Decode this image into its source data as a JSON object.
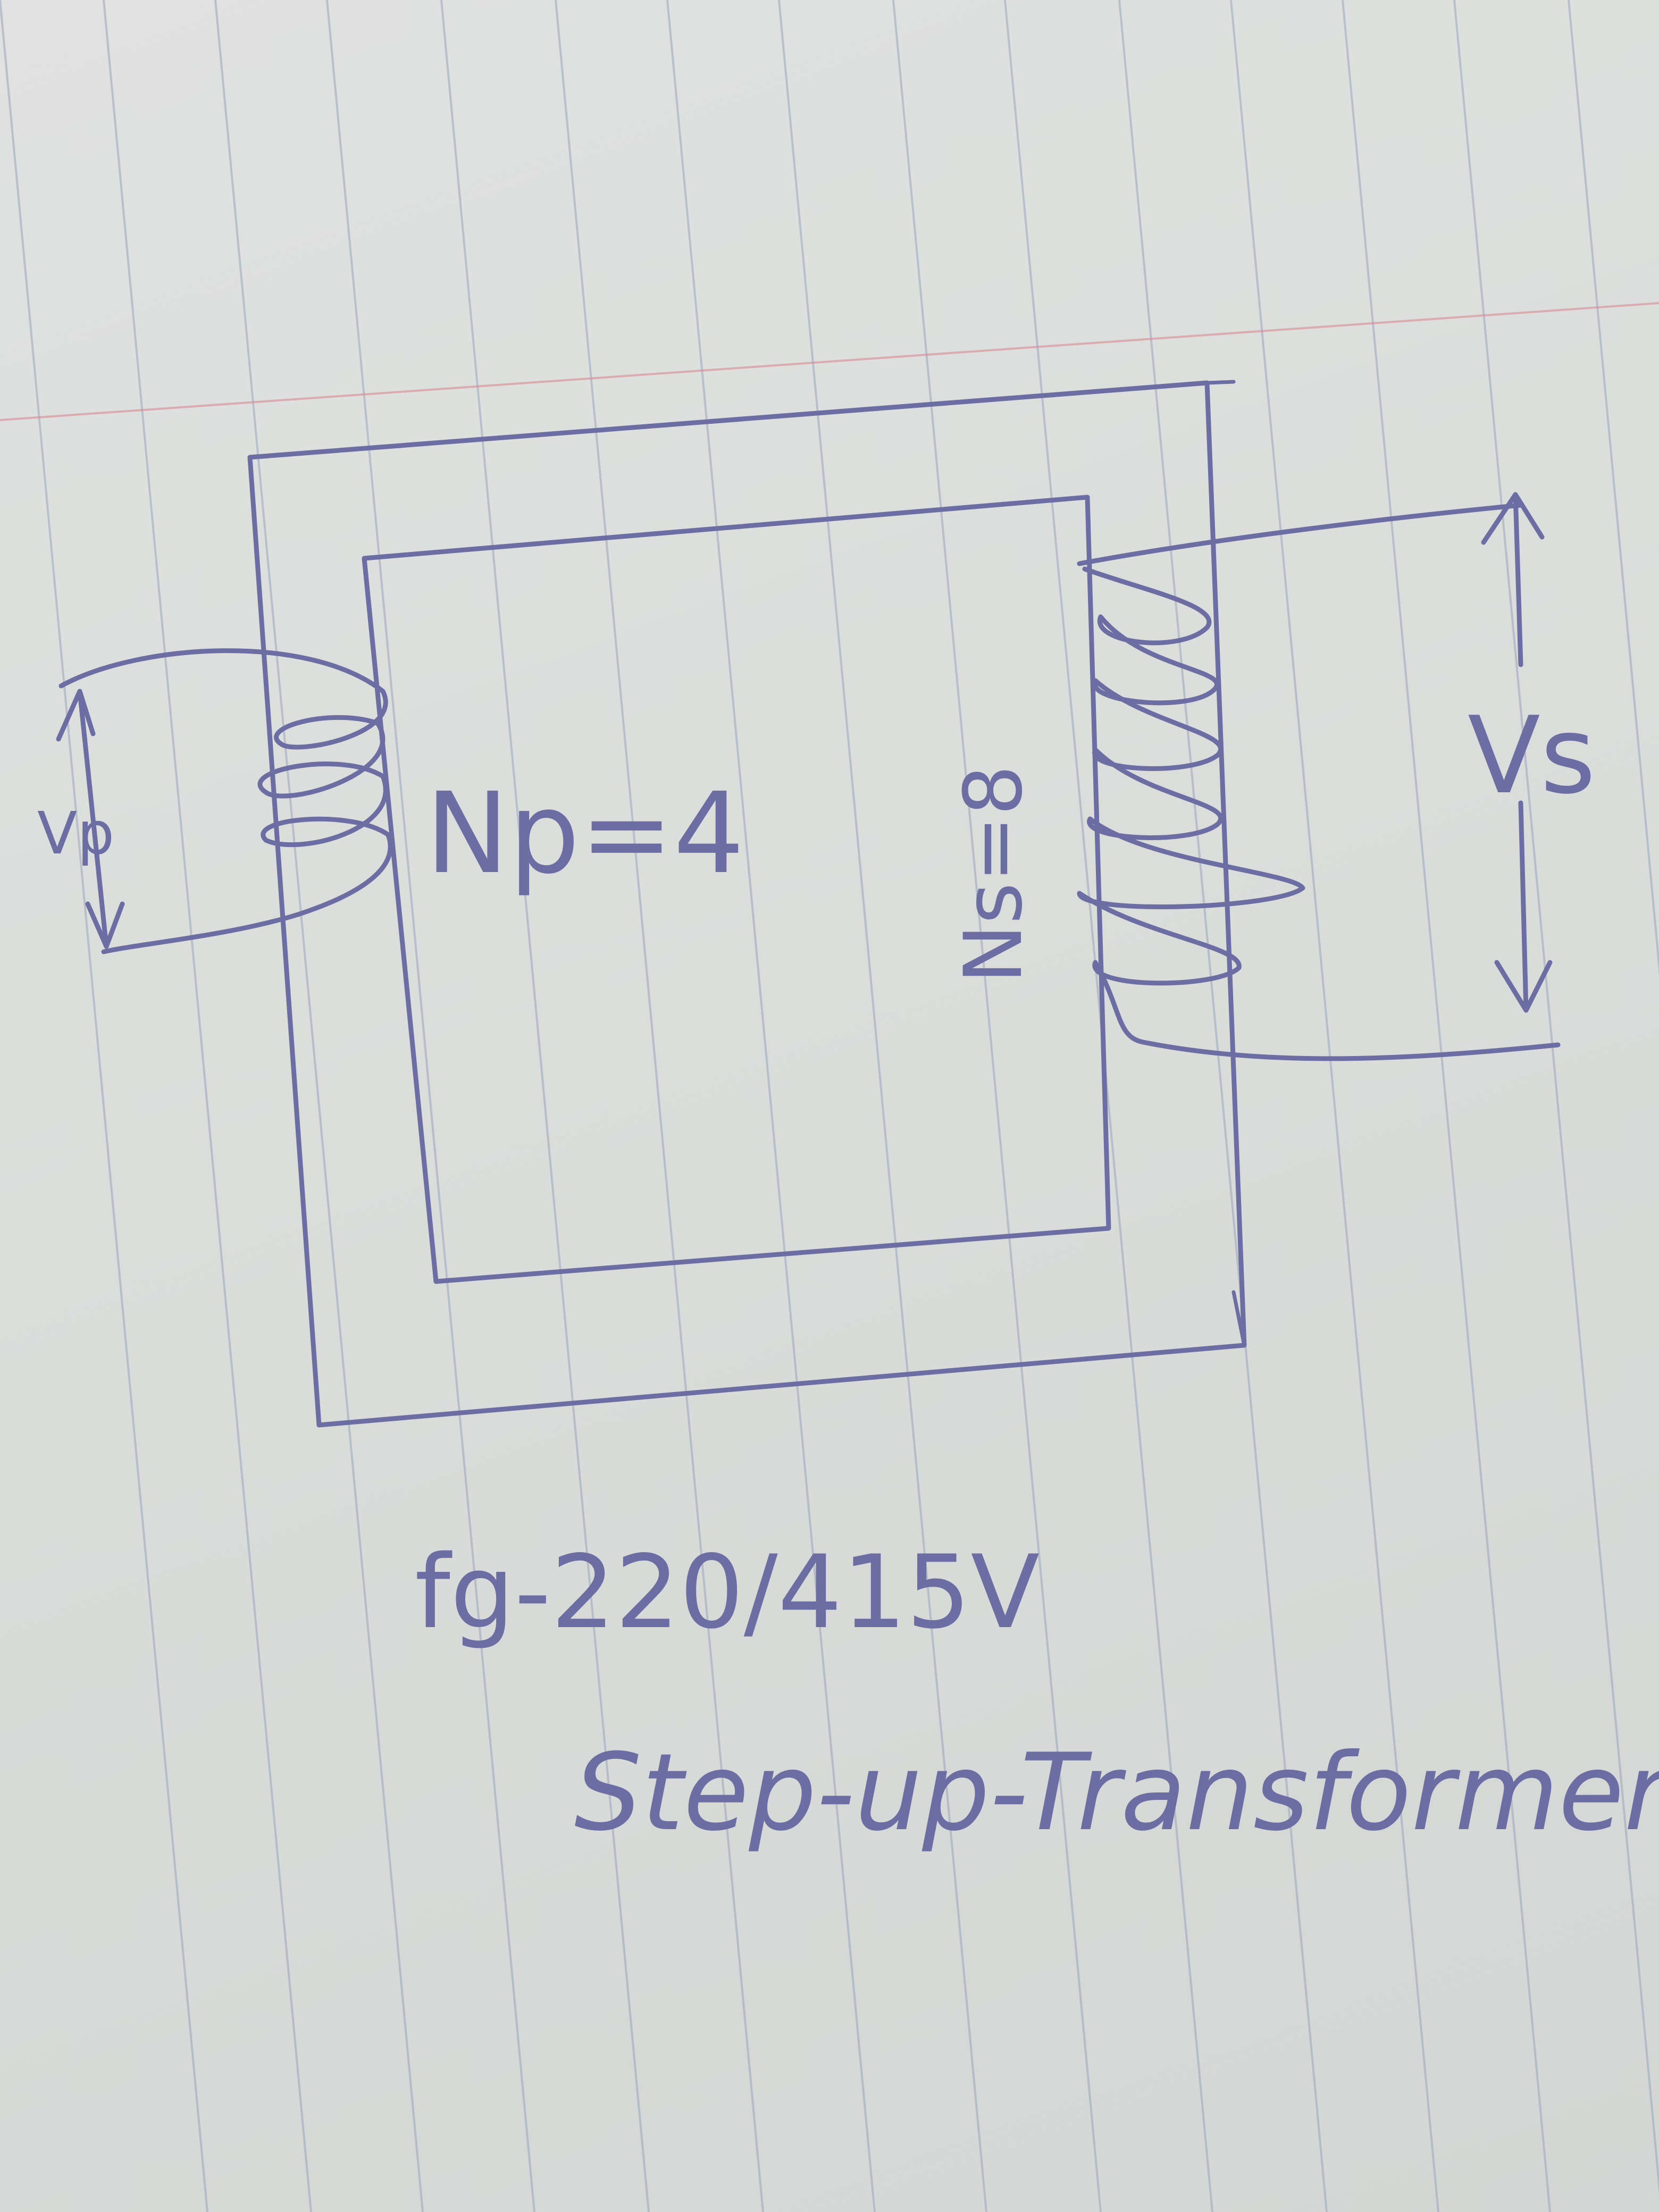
{
  "diagram": {
    "primary_turns": "Np=4",
    "secondary_turns": "Ns=8",
    "primary_voltage": "Vp",
    "secondary_voltage": "Vs",
    "rating": "fg-220/415V",
    "caption": "Step-up-Transformer"
  },
  "colors": {
    "ink": "#6c6ea3",
    "paper": "#e9ebea",
    "rule_lines": "#9aa6bd",
    "margin_line": "#d98b94"
  }
}
